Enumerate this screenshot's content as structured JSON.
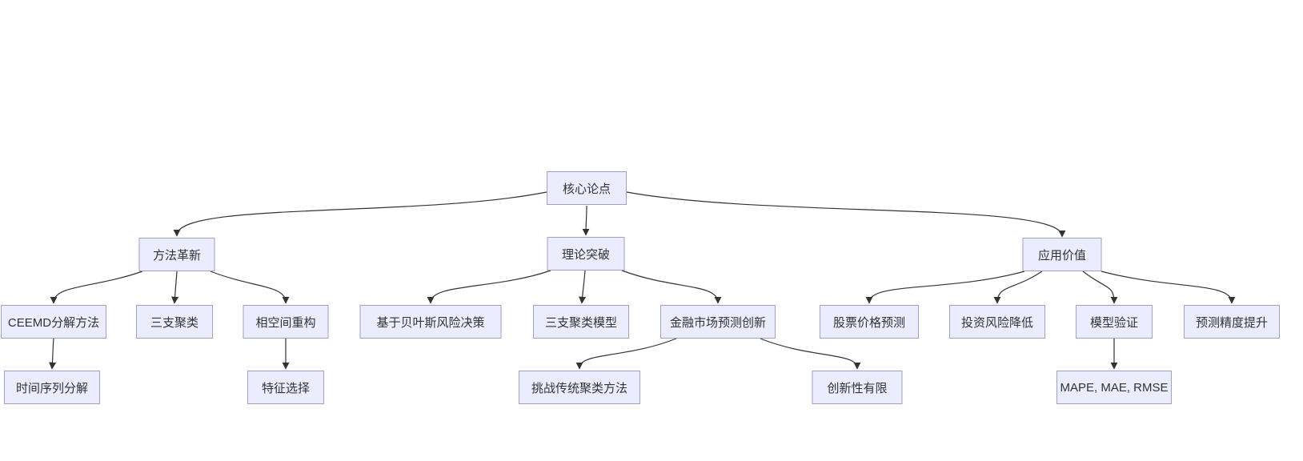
{
  "diagram": {
    "background_color": "#ffffff",
    "node_fill_color": "#ECECFF",
    "node_border_color": "#9f9fc9",
    "node_text_color": "#333333",
    "edge_color": "#333333",
    "nodes": {
      "root": {
        "label": "核心论点"
      },
      "method": {
        "label": "方法革新"
      },
      "theory": {
        "label": "理论突破"
      },
      "application": {
        "label": "应用价值"
      },
      "ceemd": {
        "label": "CEEMD分解方法"
      },
      "three_way": {
        "label": "三支聚类"
      },
      "phase_space": {
        "label": "相空间重构"
      },
      "bayes": {
        "label": "基于贝叶斯风险决策"
      },
      "three_way_model": {
        "label": "三支聚类模型"
      },
      "fin_innovation": {
        "label": "金融市场预测创新"
      },
      "stock_pred": {
        "label": "股票价格预测"
      },
      "risk_reduction": {
        "label": "投资风险降低"
      },
      "model_validation": {
        "label": "模型验证"
      },
      "accuracy": {
        "label": "预测精度提升"
      },
      "ts_decomp": {
        "label": "时间序列分解"
      },
      "feature_sel": {
        "label": "特征选择"
      },
      "challenge": {
        "label": "挑战传统聚类方法"
      },
      "limited_innovation": {
        "label": "创新性有限"
      },
      "metrics": {
        "label": "MAPE, MAE, RMSE"
      }
    },
    "edges": [
      {
        "from": "root",
        "to": "method"
      },
      {
        "from": "root",
        "to": "theory"
      },
      {
        "from": "root",
        "to": "application"
      },
      {
        "from": "method",
        "to": "ceemd"
      },
      {
        "from": "method",
        "to": "three_way"
      },
      {
        "from": "method",
        "to": "phase_space"
      },
      {
        "from": "ceemd",
        "to": "ts_decomp"
      },
      {
        "from": "phase_space",
        "to": "feature_sel"
      },
      {
        "from": "theory",
        "to": "bayes"
      },
      {
        "from": "theory",
        "to": "three_way_model"
      },
      {
        "from": "theory",
        "to": "fin_innovation"
      },
      {
        "from": "fin_innovation",
        "to": "challenge"
      },
      {
        "from": "fin_innovation",
        "to": "limited_innovation"
      },
      {
        "from": "application",
        "to": "stock_pred"
      },
      {
        "from": "application",
        "to": "risk_reduction"
      },
      {
        "from": "application",
        "to": "model_validation"
      },
      {
        "from": "application",
        "to": "accuracy"
      },
      {
        "from": "model_validation",
        "to": "metrics"
      }
    ]
  }
}
